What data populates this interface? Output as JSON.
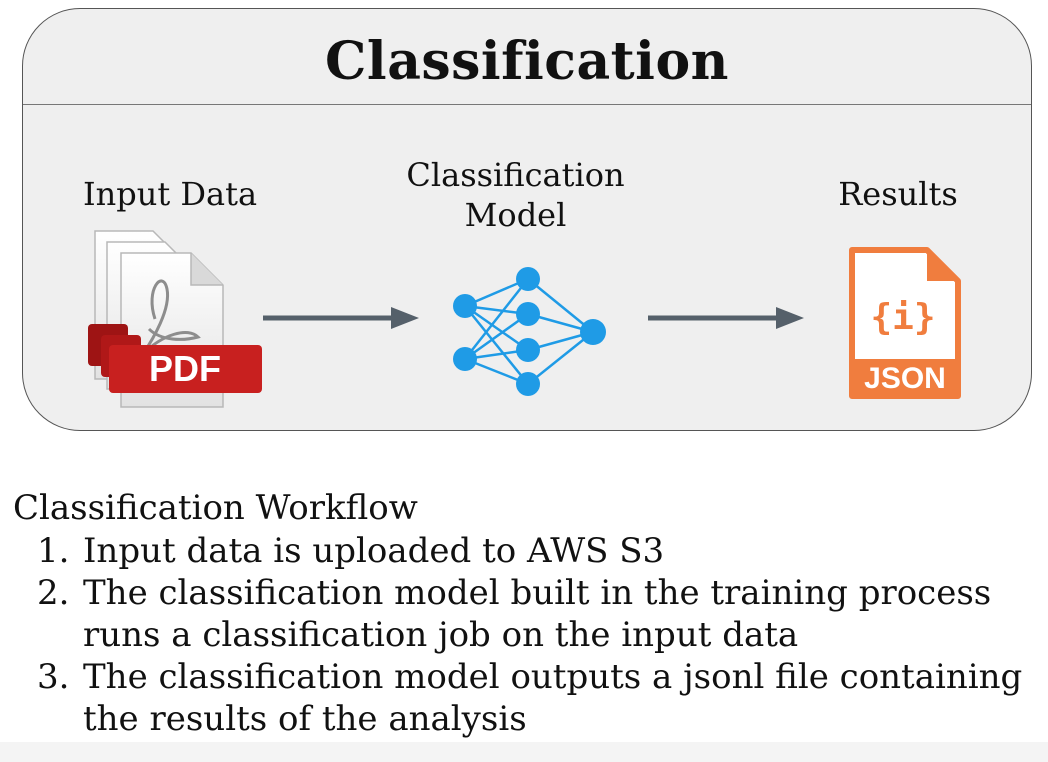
{
  "diagram": {
    "title": "Classification",
    "stages": {
      "input": {
        "label": "Input Data",
        "icon_label": "PDF",
        "icon": "pdf-documents-icon"
      },
      "model": {
        "label_line1": "Classification",
        "label_line2": "Model",
        "icon": "neural-network-icon"
      },
      "results": {
        "label": "Results",
        "icon_symbol": "{i}",
        "icon_label": "JSON",
        "icon": "json-file-icon"
      }
    },
    "colors": {
      "panel_bg": "#efefef",
      "pdf_red": "#c8201f",
      "network_blue": "#1f9be6",
      "json_orange": "#f07d3e",
      "arrow_gray": "#55606a"
    }
  },
  "workflow": {
    "title": "Classification Workflow",
    "steps": [
      {
        "number": "1.",
        "lines": [
          "Input data is uploaded to AWS S3"
        ]
      },
      {
        "number": "2.",
        "lines": [
          "The classification model built in the training process",
          "runs a classification job on the input data"
        ]
      },
      {
        "number": "3.",
        "lines": [
          "The classification model outputs a jsonl file containing",
          "the results of the analysis"
        ]
      }
    ]
  }
}
